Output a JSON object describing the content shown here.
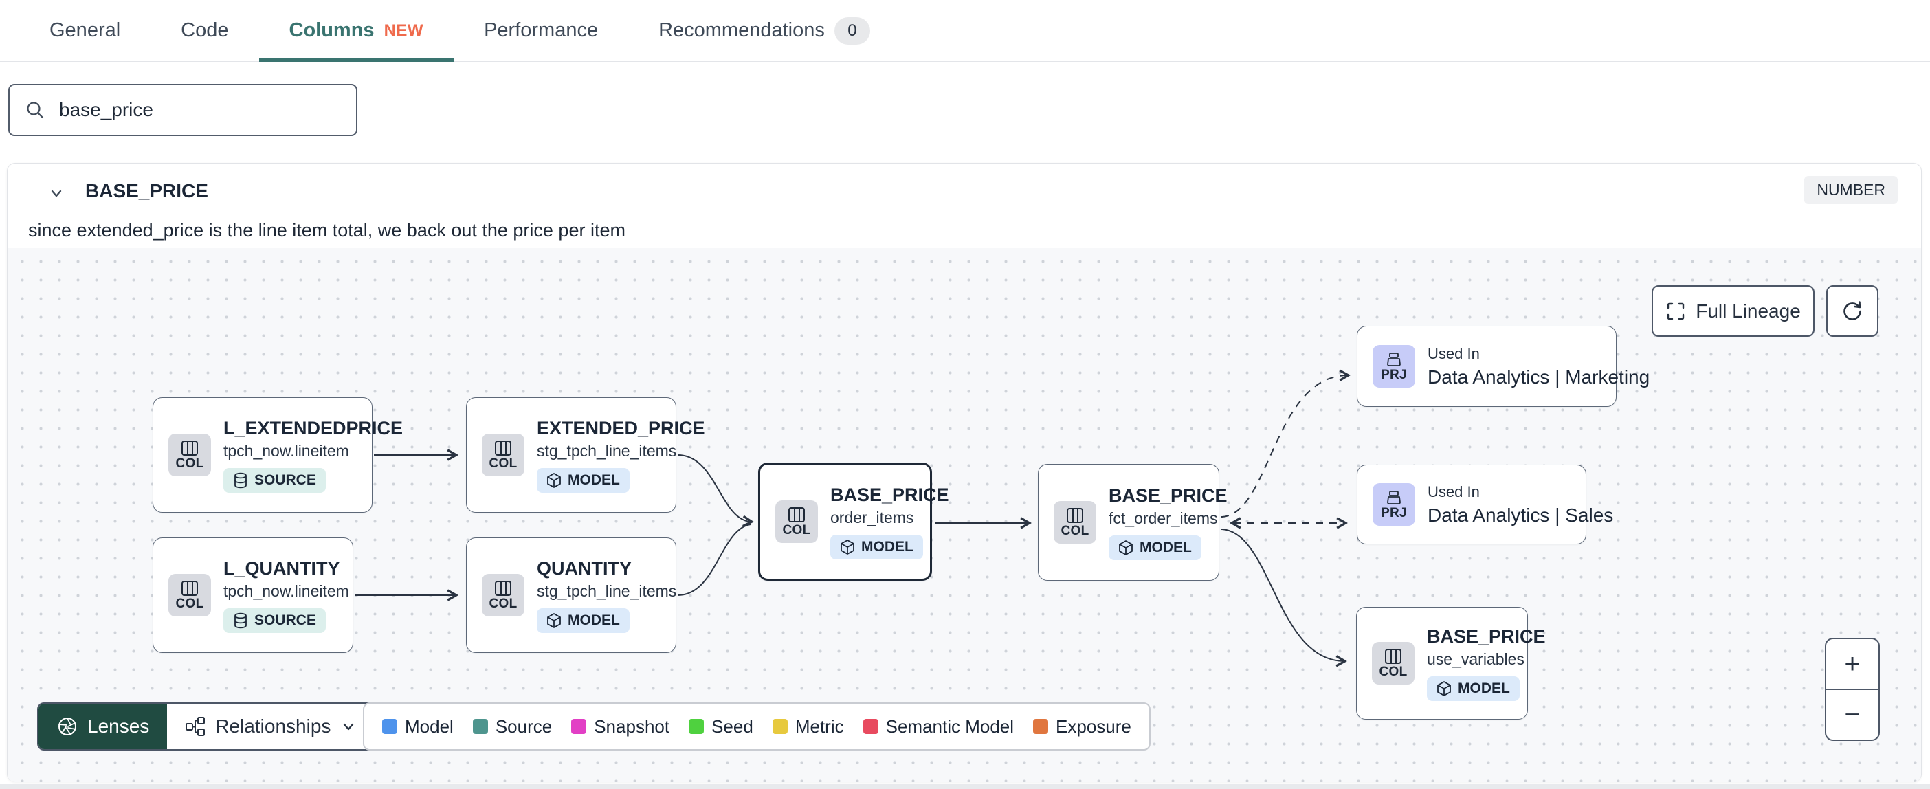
{
  "tabs": {
    "items": [
      {
        "label": "General"
      },
      {
        "label": "Code"
      },
      {
        "label": "Columns",
        "tag": "NEW",
        "active": true
      },
      {
        "label": "Performance"
      },
      {
        "label": "Recommendations",
        "count": "0"
      }
    ]
  },
  "search": {
    "value": "base_price"
  },
  "column_panel": {
    "title": "BASE_PRICE",
    "type_badge": "NUMBER",
    "description": "since extended_price is the line item total, we back out the price per item"
  },
  "lineage": {
    "nodes": [
      {
        "chip": "COL",
        "title": "L_EXTENDEDPRICE",
        "subtitle": "tpch_now.lineitem",
        "badge": "SOURCE"
      },
      {
        "chip": "COL",
        "title": "EXTENDED_PRICE",
        "subtitle": "stg_tpch_line_items",
        "badge": "MODEL"
      },
      {
        "chip": "COL",
        "title": "L_QUANTITY",
        "subtitle": "tpch_now.lineitem",
        "badge": "SOURCE"
      },
      {
        "chip": "COL",
        "title": "QUANTITY",
        "subtitle": "stg_tpch_line_items",
        "badge": "MODEL"
      },
      {
        "chip": "COL",
        "title": "BASE_PRICE",
        "subtitle": "order_items",
        "badge": "MODEL",
        "selected": true
      },
      {
        "chip": "COL",
        "title": "BASE_PRICE",
        "subtitle": "fct_order_items",
        "badge": "MODEL"
      },
      {
        "chip": "PRJ",
        "kicker": "Used In",
        "title": "Data Analytics | Marketing"
      },
      {
        "chip": "PRJ",
        "kicker": "Used In",
        "title": "Data Analytics | Sales"
      },
      {
        "chip": "COL",
        "title": "BASE_PRICE",
        "subtitle": "use_variables",
        "badge": "MODEL"
      }
    ],
    "controls": {
      "full_lineage": "Full Lineage",
      "lenses": "Lenses",
      "relationships": "Relationships",
      "zoom_in": "+",
      "zoom_out": "−"
    },
    "legend": {
      "items": [
        {
          "label": "Model",
          "color": "#4e93ec"
        },
        {
          "label": "Source",
          "color": "#4e958e"
        },
        {
          "label": "Snapshot",
          "color": "#e23fc5"
        },
        {
          "label": "Seed",
          "color": "#4fd13f"
        },
        {
          "label": "Metric",
          "color": "#e7c93e"
        },
        {
          "label": "Semantic Model",
          "color": "#e84a5f"
        },
        {
          "label": "Exposure",
          "color": "#e0763f"
        }
      ]
    }
  },
  "colors": {
    "accent_teal": "#3a7470",
    "new_badge": "#ef6a4c",
    "lenses_green": "#204b41",
    "badge_source_bg": "#dcefec",
    "badge_model_bg": "#dceafa",
    "chip_col_bg": "#d8dae0",
    "chip_prj_bg": "#c7ccf8"
  },
  "icons": {
    "search": "magnifier",
    "chevron": "chevron-down",
    "column": "table-columns",
    "source": "database-cylinder",
    "model": "cube",
    "project": "archive-box",
    "lenses": "aperture",
    "relationships": "schema-nodes",
    "full_lineage": "expand-corners",
    "refresh": "circular-arrow"
  }
}
